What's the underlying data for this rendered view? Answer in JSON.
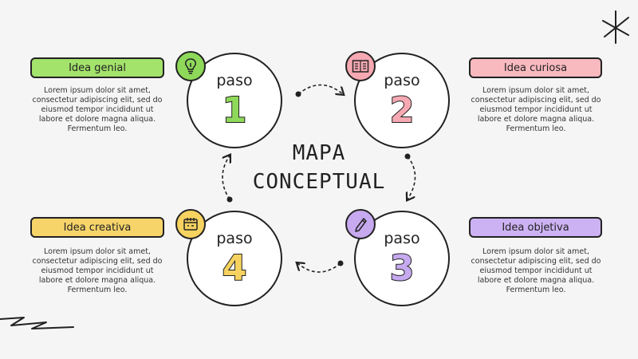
{
  "title": {
    "line1": "MAPA",
    "line2": "CONCEPTUAL"
  },
  "steps": [
    {
      "word": "paso",
      "number": "1",
      "color": "#8ed85a",
      "label": "Idea genial",
      "label_color": "#a3e26b",
      "icon": "lightbulb-icon",
      "text": "Lorem ipsum dolor sit amet, consectetur adipiscing elit, sed do eiusmod tempor incididunt ut labore et dolore magna aliqua. Fermentum leo."
    },
    {
      "word": "paso",
      "number": "2",
      "color": "#f6a9b2",
      "label": "Idea curiosa",
      "label_color": "#f8b9bf",
      "icon": "book-icon",
      "text": "Lorem ipsum dolor sit amet, consectetur adipiscing elit, sed do eiusmod tempor incididunt ut labore et dolore magna aliqua. Fermentum leo."
    },
    {
      "word": "paso",
      "number": "3",
      "color": "#c6a9ef",
      "label": "Idea objetiva",
      "label_color": "#cdb2f3",
      "icon": "pencil-icon",
      "text": "Lorem ipsum dolor sit amet, consectetur adipiscing elit, sed do eiusmod tempor incididunt ut labore et dolore magna aliqua. Fermentum leo."
    },
    {
      "word": "paso",
      "number": "4",
      "color": "#f6d260",
      "label": "Idea creativa",
      "label_color": "#f6d46a",
      "icon": "calendar-icon",
      "text": "Lorem ipsum dolor sit amet, consectetur adipiscing elit, sed do eiusmod tempor incididunt ut labore et dolore magna aliqua. Fermentum leo."
    }
  ]
}
